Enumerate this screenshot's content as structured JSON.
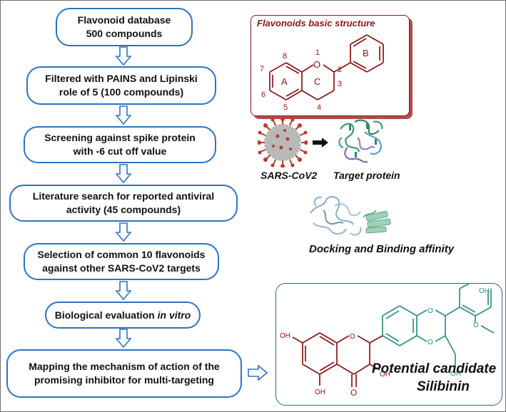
{
  "flow": {
    "step1": {
      "line1": "Flavonoid database",
      "line2": "500 compounds"
    },
    "step2": {
      "line1": "Filtered with PAINS and Lipinski",
      "line2": "role of 5 (100 compounds)"
    },
    "step3": {
      "line1": "Screening against spike protein",
      "line2": "with -6 cut off value"
    },
    "step4": {
      "line1": "Literature search for reported antiviral",
      "line2": "activity (45 compounds)"
    },
    "step5": {
      "line1": "Selection of common 10 flavonoids",
      "line2": "against other SARS-CoV2 targets"
    },
    "step6": {
      "text": "Biological evaluation ",
      "italic": "in vitro"
    },
    "step7": {
      "line1": "Mapping the mechanism of action of the",
      "line2": "promising inhibitor for multi-targeting"
    }
  },
  "structure_panel": {
    "title": "Flavonoids basic structure",
    "atoms": {
      "o": "O",
      "n1": "1",
      "n2": "2",
      "n3": "3",
      "n4": "4",
      "n5": "5",
      "n6": "6",
      "n7": "7",
      "n8": "8",
      "ring_a": "A",
      "ring_b": "B",
      "ring_c": "C"
    }
  },
  "virus_panel": {
    "virus_label": "SARS-CoV2",
    "protein_label": "Target protein",
    "docking_label": "Docking and Binding affinity"
  },
  "candidate_panel": {
    "oh1": "OH",
    "oh2": "OH",
    "oh3": "OH",
    "oh4": "OH",
    "oh5": "OH",
    "o1": "O",
    "o2": "O",
    "o3": "O",
    "o4": "O",
    "label_line1": "Potential candidate",
    "label_line2": "Silibinin"
  },
  "colors": {
    "box_border": "#2e73c0",
    "structure_red": "#8b1414",
    "silibinin_green": "#2f8f85"
  }
}
